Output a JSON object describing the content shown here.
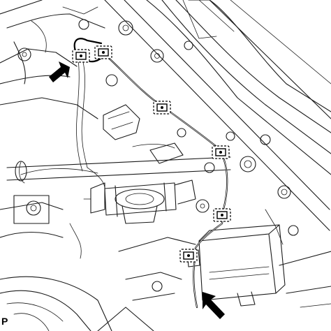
{
  "figure": {
    "code": "P"
  },
  "colors": {
    "line": "#1a1a1a",
    "background": "#ffffff"
  },
  "elements": {
    "clamps": [
      "clamp",
      "clamp",
      "clamp",
      "clamp",
      "clamp",
      "clamp"
    ],
    "arrows": [
      "arrow-indicator",
      "arrow-indicator"
    ]
  }
}
